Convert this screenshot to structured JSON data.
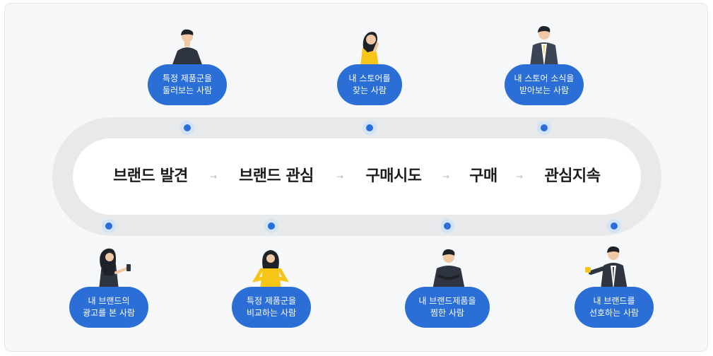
{
  "stages": [
    "브랜드 발견",
    "브랜드 관심",
    "구매시도",
    "구매",
    "관심지속"
  ],
  "top_personas": [
    {
      "line1": "특정 제품군을",
      "line2": "둘러보는 사람"
    },
    {
      "line1": "내 스토어를",
      "line2": "찾는 사람"
    },
    {
      "line1": "내 스토어 소식을",
      "line2": "받아보는 사람"
    }
  ],
  "bottom_personas": [
    {
      "line1": "내 브랜드의",
      "line2": "광고를 본 사람"
    },
    {
      "line1": "특정 제품군을",
      "line2": "비교하는 사람"
    },
    {
      "line1": "내 브랜드제품을",
      "line2": "찜한 사람"
    },
    {
      "line1": "내 브랜드를",
      "line2": "선호하는 사람"
    }
  ],
  "arrow_glyph": "→",
  "colors": {
    "accent": "#2b6fd6",
    "track": "#e8e9eb",
    "figure_dark": "#2e3440",
    "figure_yellow": "#f5c518",
    "skin": "#f0c9a4"
  }
}
